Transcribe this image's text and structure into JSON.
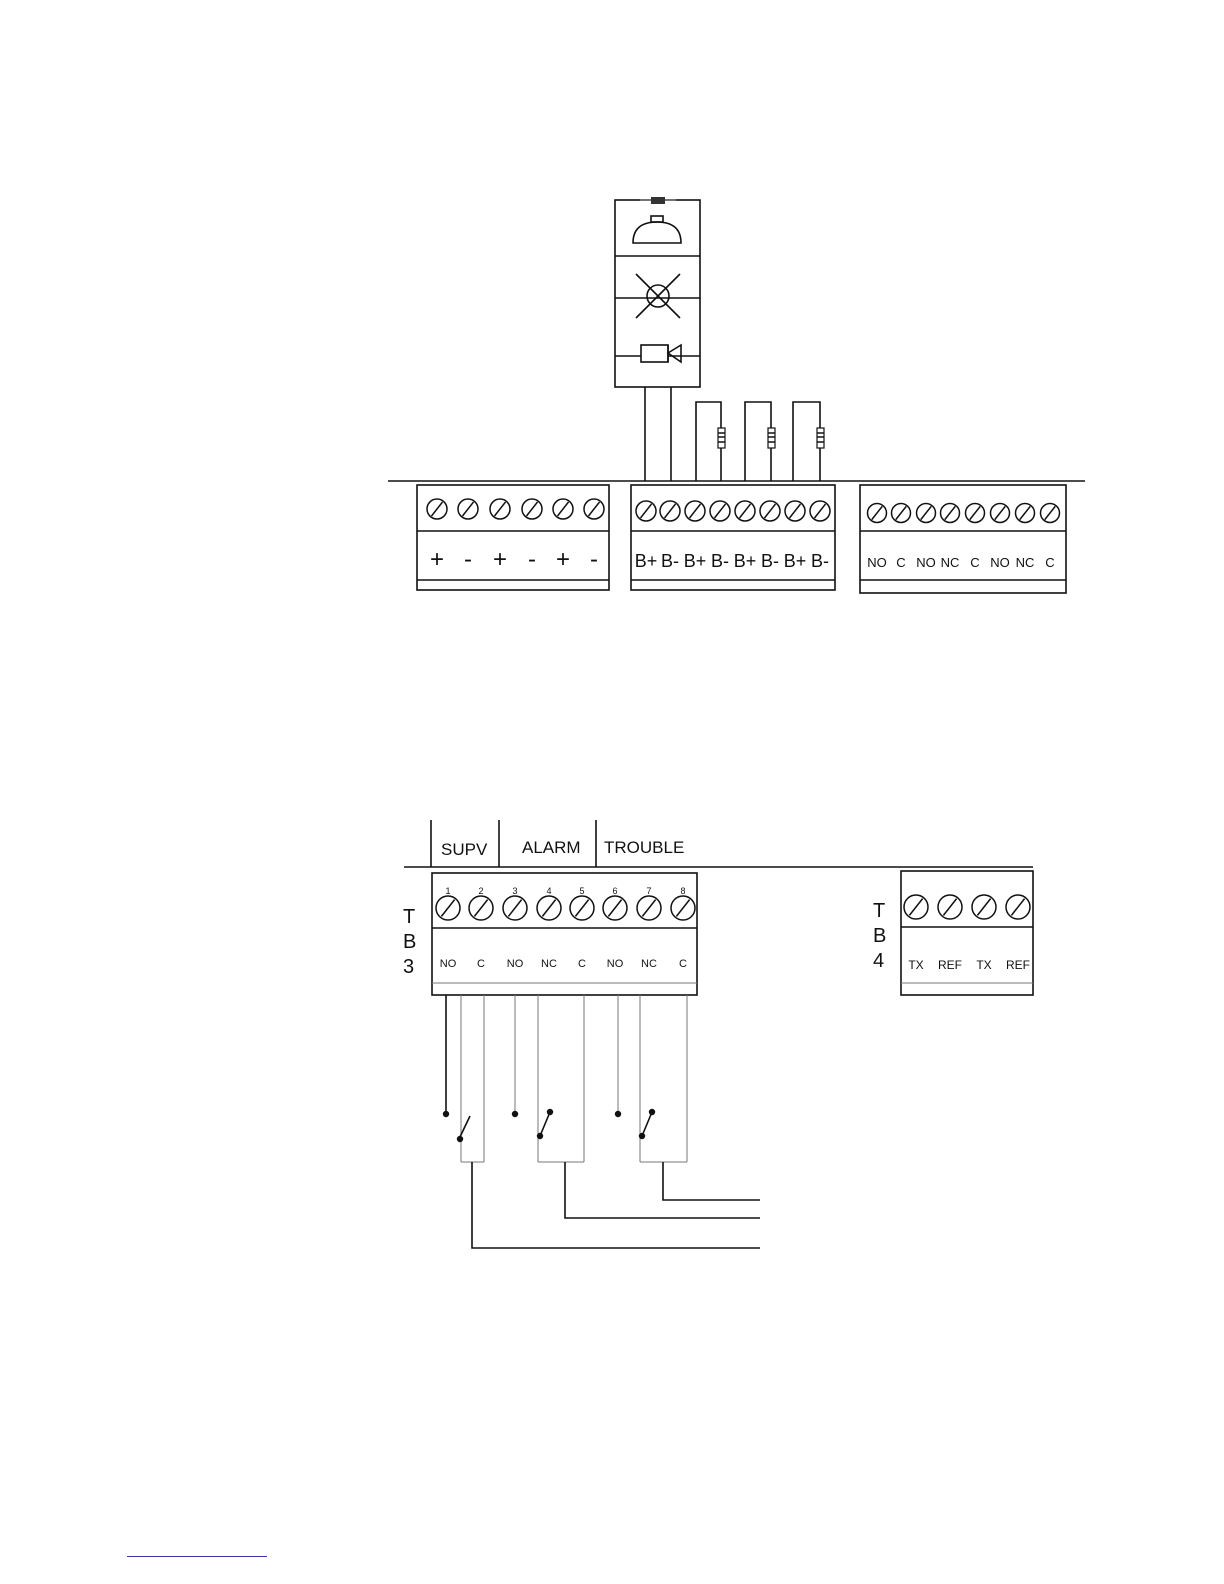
{
  "top_panel": {
    "block1_labels": [
      "+",
      "-",
      "+",
      "-",
      "+",
      "-"
    ],
    "block2_labels": [
      "B+",
      "B-",
      "B+",
      "B-",
      "B+",
      "B-",
      "B+",
      "B-"
    ],
    "block3_labels": [
      "NO",
      "C",
      "NO",
      "NC",
      "C",
      "NO",
      "NC",
      "C"
    ]
  },
  "bottom_panel": {
    "headers": [
      "SUPV",
      "ALARM",
      "TROUBLE"
    ],
    "tb3": {
      "name": [
        "T",
        "B",
        "3"
      ],
      "terminal_numbers": [
        "1",
        "2",
        "3",
        "4",
        "5",
        "6",
        "7",
        "8"
      ],
      "labels": [
        "NO",
        "C",
        "NO",
        "NC",
        "C",
        "NO",
        "NC",
        "C"
      ]
    },
    "tb4": {
      "name": [
        "T",
        "B",
        "4"
      ],
      "labels": [
        "TX",
        "REF",
        "TX",
        "REF"
      ]
    }
  },
  "colors": {
    "line": "#111111",
    "link": "#3a3aa8"
  }
}
